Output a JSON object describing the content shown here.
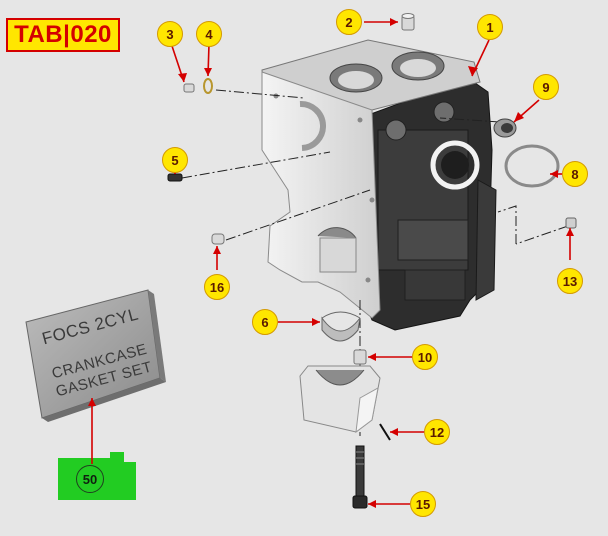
{
  "tab": {
    "label": "TAB|020"
  },
  "callouts": {
    "c1": "1",
    "c2": "2",
    "c3": "3",
    "c4": "4",
    "c5": "5",
    "c6": "6",
    "c8": "8",
    "c9": "9",
    "c10": "10",
    "c12": "12",
    "c13": "13",
    "c15": "15",
    "c16": "16"
  },
  "gasket_kit": {
    "line1": "FOCS 2CYL",
    "line2": "CRANKCASE",
    "line3": "GASKET SET",
    "number": "50"
  },
  "colors": {
    "tab_bg": "#ffe600",
    "tab_text": "#d40000",
    "callout_fill": "#ffe600",
    "leader_red": "#d40000",
    "kit_marker": "#22cc22"
  }
}
